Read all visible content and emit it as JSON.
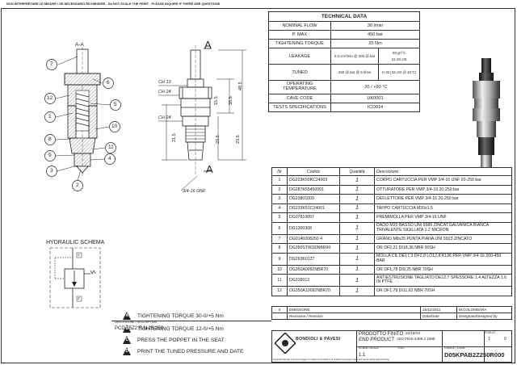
{
  "top_note": "NON INTERPRETARE LE MISURE / SE NECESSARIO RICHIEDERE - Do NOT SCALE THE PRINT - PLEASE INQUIRE IF THERE ARE QUESTIONS",
  "section_label": "A-A",
  "section_marks": {
    "a": "A",
    "b": "A"
  },
  "balloons": [
    "7",
    "6",
    "12",
    "5",
    "1",
    "8",
    "9",
    "10",
    "11",
    "3",
    "2",
    "4"
  ],
  "dims": {
    "ch13": "CH 13",
    "ch24a": "CH 24",
    "ch24b": "CH 24",
    "d1": "48.5",
    "d2": "35.5",
    "d3": "15.5",
    "d4": "23.5",
    "d5": "21.5",
    "d6": "23.5",
    "thread": "3/4-16 UNF"
  },
  "hydraulic_title": "HYDRAULIC SCHEMA",
  "ports": {
    "p1": "1",
    "p2": "2"
  },
  "technical_data": {
    "title": "TECHNICAL DATA",
    "rows": [
      {
        "label": "NOMINAL FLOW",
        "value": "30 l/min"
      },
      {
        "label": "P. MAX",
        "value": "450 bar"
      },
      {
        "label": "TIGHTENING TORQUE",
        "value": "25 Nm"
      }
    ],
    "leakage_label": "LEAKAGE",
    "leakage_value": "0.3 cm³/min @ 200 @ bar",
    "leakage_cond": "50 gr/°C",
    "leakage_cond2": "21-26 cSt",
    "tuned_label": "TUNED",
    "tuned_value": "250 @ bar @ 5 l/min",
    "tuned_cond": "H 32 (32 cSt @ 40°C)",
    "rows2": [
      {
        "label": "OPERATING TEMPERATURE",
        "value": "-20 / +90 °C"
      },
      {
        "label": "CAVE CODE",
        "value": "UK0001"
      },
      {
        "label": "TESTS SPECIFICATIONS",
        "value": "ICO014"
      }
    ]
  },
  "parts": {
    "headers": {
      "n": "Nr",
      "code": "Codice",
      "qty": "Quantità",
      "desc": "Descrizione"
    },
    "rows": [
      {
        "n": "1",
        "code": "DG223K50KC24003",
        "qty": "1",
        "desc": "CORPO CARTUCCIA PER VMP 3/4-16 UNF 20-250 bar"
      },
      {
        "n": "2",
        "code": "DG287K55450001",
        "qty": "1",
        "desc": "OTTURATORE PER VMP 3/4-16 20-250 bar"
      },
      {
        "n": "3",
        "code": "DG23801009",
        "qty": "1",
        "desc": "DEFLETTORE PER VMP 3/4-16 20-250 bar"
      },
      {
        "n": "4",
        "code": "DG233K51C24001",
        "qty": "1",
        "desc": "TAPPO CARTUCCIA M20x1.5"
      },
      {
        "n": "5",
        "code": "DG07810057",
        "qty": "1",
        "desc": "PREMIMOLLA PER VMP 3/4-16 UNF"
      },
      {
        "n": "6",
        "code": "DG1300308",
        "qty": "1",
        "desc": "DADO M20 BASSO UNI 5589 ZINCAT.GALVANICA BIANCA TRIVALENTE SIGILLATA 1.2 MICRON"
      },
      {
        "n": "7",
        "code": "DG0140208250 4",
        "qty": "1",
        "desc": "GRANO M8x25 PUNTA PIANA UNI 5923 ZINCATO"
      },
      {
        "n": "8",
        "code": "DG350ST8030NBR90",
        "qty": "1",
        "desc": "OR DF2,21 DI18,36 NBR 90SH"
      },
      {
        "n": "9",
        "code": "DG263K0127",
        "qty": "1",
        "desc": "MOLLA CIL DE17.3 DF2,8 LO12,8 K136 PER VMP 3/4-16 200-450 BAR"
      },
      {
        "n": "10",
        "code": "DG350A0092NBR70",
        "qty": "1",
        "desc": "OR DF1,78 DI9,25 NBR 70SH"
      },
      {
        "n": "11",
        "code": "DG316012",
        "qty": "1",
        "desc": "ANTIESTRUSIONE TAGLIATO DE12.7 SPESSORE 1.4 ALTEZZA 1.6 IN PTFE"
      },
      {
        "n": "12",
        "code": "DG350A10092NBR70",
        "qty": "1",
        "desc": "OR DF1,78 DI11,62 NBR 70SH"
      }
    ]
  },
  "revision": {
    "n": "0",
    "text": "EMISSIONE",
    "date": "15/11/2011",
    "author": "M.COLOMBARA",
    "hdr_rev": "Revisione / Revision",
    "hdr_date": "Data/Date",
    "hdr_author": "Disegnato/Designed by"
  },
  "description": {
    "label": "DESCRIZIONE / DESCRIPTION",
    "value": "PCD 25Z2 R N 25 250"
  },
  "notes": [
    {
      "mark": "A",
      "text": "TIGHTENING TORQUE 30-0/+5 Nm"
    },
    {
      "mark": "B",
      "text": "TIGHTENING TORQUE 12-0/+5 Nm"
    },
    {
      "mark": "C",
      "text": "PRESS THE POPPET IN THE SEAT"
    },
    {
      "mark": "D",
      "text": "PRINT THE TUNED PRESSURE AND DATE"
    }
  ],
  "titleblock": {
    "company": "BONDIOLI & PAVESI",
    "product_label": "PRODOTTO FINITO",
    "product_label_en": "END PRODUCT",
    "scale_label": "SCALA / SCALE",
    "scale": "1:1",
    "tolerance_label": "TOLL.",
    "tolerance": "ISO FDIS 4406:2 1999",
    "tol_line": "22/18/13",
    "code_label": "CODICE / CODE",
    "code": "D05KPAB2Z250R000",
    "sheet": "0",
    "format_label": "FOGLIO",
    "format": "1",
    "foot": "Proprietà riservata a termini di legge con divieto di riprodurla o di renderla comunque nota a terzi senza nostra autorizzazione"
  }
}
